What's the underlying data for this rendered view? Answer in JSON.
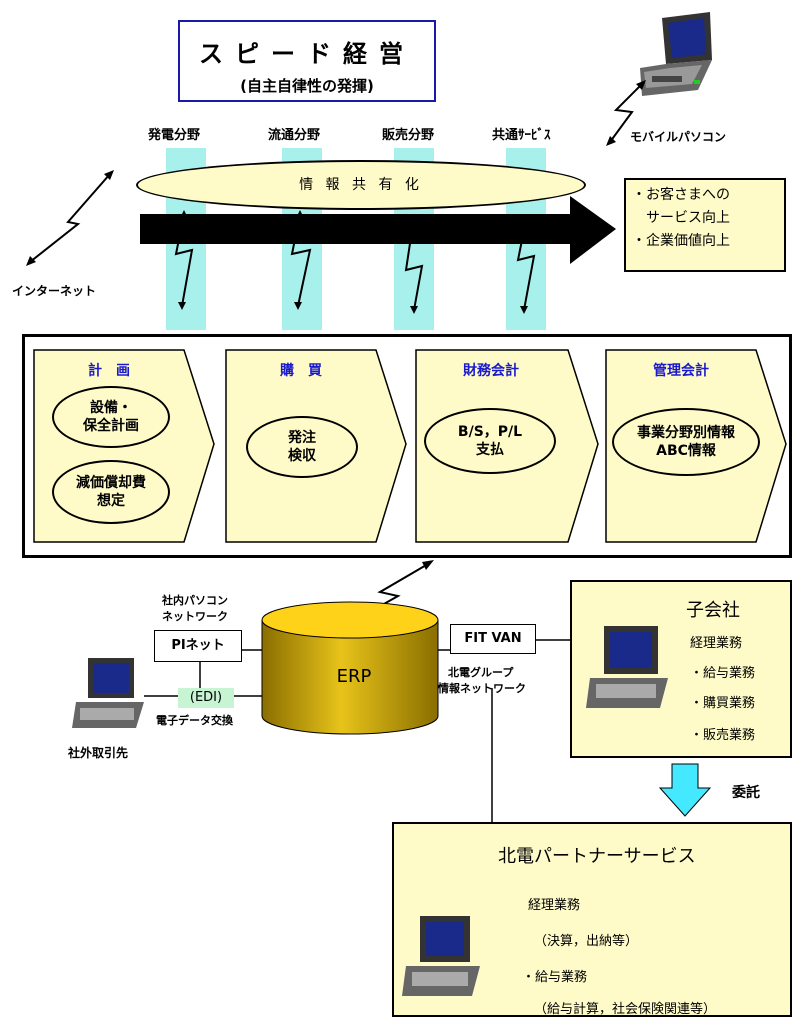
{
  "title": {
    "main": "スピード経営",
    "sub": "(自主自律性の発揮)"
  },
  "fields": [
    "発電分野",
    "流通分野",
    "販売分野",
    "共通ｻｰﾋﾞｽ"
  ],
  "info_sharing": "情 報 共 有 化",
  "mobile_label": "モバイルパソコン",
  "internet_label": "インターネット",
  "benefits": [
    "・お客さまへの",
    "サービス向上",
    "・企業価値向上"
  ],
  "modules": [
    {
      "head": "計　画",
      "items": [
        "設備・\n保全計画",
        "減価償却費\n想定"
      ]
    },
    {
      "head": "購　買",
      "items": [
        "発注\n検収"
      ]
    },
    {
      "head": "財務会計",
      "items": [
        "B/S，P/L\n支払"
      ]
    },
    {
      "head": "管理会計",
      "items": [
        "事業分野別情報\nABC情報"
      ]
    }
  ],
  "erp": "ERP",
  "pi": {
    "caption_line1": "社内パソコン",
    "caption_line2": "ネットワーク",
    "label": "PIネット"
  },
  "edi": {
    "label": "(EDI)",
    "caption": "電子データ交換"
  },
  "external_label": "社外取引先",
  "fitvan": {
    "label": "FIT VAN",
    "caption_line1": "北電グループ",
    "caption_line2": "情報ネットワーク"
  },
  "subsidiary": {
    "title": "子会社",
    "items": [
      "経理業務",
      "・給与業務",
      "・購買業務",
      "・販売業務"
    ]
  },
  "outsource_label": "委託",
  "partner": {
    "title": "北電パートナーサービス",
    "lines": [
      "経理業務",
      "（決算，出納等）",
      "・給与業務",
      "（給与計算，社会保険関連等）"
    ]
  },
  "colors": {
    "cyan": "#a8f0ec",
    "yellow": "#fffbc8",
    "erp_gold": "#c9a400",
    "title_border": "#1a1aa8",
    "module_head": "#1a1acc"
  }
}
